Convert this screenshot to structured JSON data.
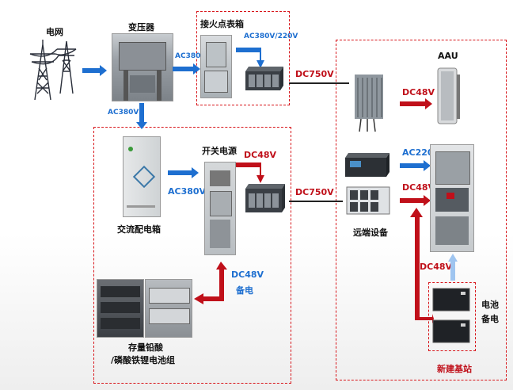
{
  "nodes": {
    "grid": "电网",
    "transformer": "变压器",
    "grounding_box": "接火点表箱",
    "ac_distribution": "交流配电箱",
    "switch_power": "开关电源",
    "battery_storage_line1": "存量铅酸",
    "battery_storage_line2": "/磷酸铁锂电池组",
    "remote_equipment": "远端设备",
    "aau": "AAU",
    "battery_backup_line1": "电池",
    "battery_backup_line2": "备电",
    "new_site": "新建基站"
  },
  "labels": {
    "ac380_top": "AC380V",
    "ac380_left": "AC380V",
    "ac380_220": "AC380V/220V",
    "dc750_top": "DC750V",
    "dc750_mid": "DC750V",
    "dc48_switch": "DC48V",
    "ac380_mid": "AC380V",
    "dc48_backup": "DC48V",
    "backup_cn": "备电",
    "dc48_aau": "DC48V",
    "ac220": "AC220V",
    "dc48_cab": "DC48V",
    "dc48_vert": "DC48V"
  },
  "colors": {
    "blue_arrow": "#1e6fd0",
    "red_arrow": "#c0101a",
    "dashed_box": "#d8161b"
  }
}
